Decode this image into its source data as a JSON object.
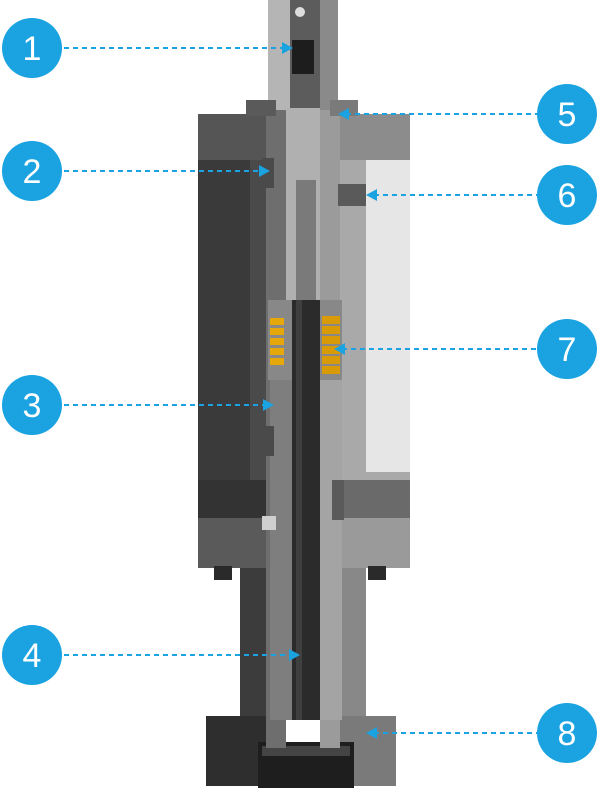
{
  "diagram": {
    "accent_color": "#1aa3e0",
    "markers": [
      {
        "id": "1",
        "label": "1",
        "side": "left"
      },
      {
        "id": "2",
        "label": "2",
        "side": "left"
      },
      {
        "id": "3",
        "label": "3",
        "side": "left"
      },
      {
        "id": "4",
        "label": "4",
        "side": "left"
      },
      {
        "id": "5",
        "label": "5",
        "side": "right"
      },
      {
        "id": "6",
        "label": "6",
        "side": "right"
      },
      {
        "id": "7",
        "label": "7",
        "side": "right"
      },
      {
        "id": "8",
        "label": "8",
        "side": "right"
      }
    ]
  }
}
